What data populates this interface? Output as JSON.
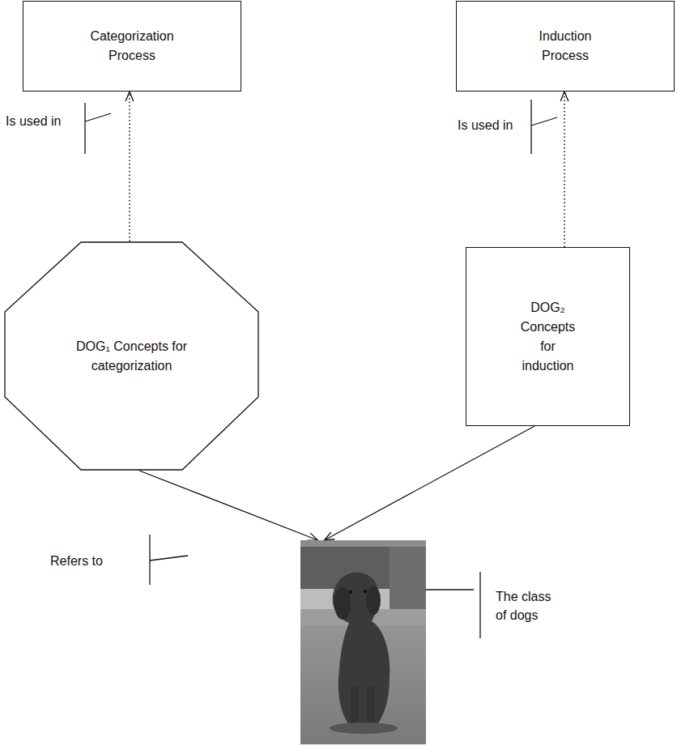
{
  "diagram": {
    "nodes": [
      {
        "text": [
          "Categorization Process"
        ]
      },
      {
        "text": [
          "Induction Process"
        ]
      },
      {
        "text": [
          "DOG₁ Concepts for categorization"
        ]
      },
      {
        "text": [
          "DOG₂ Concepts for induction"
        ]
      },
      {
        "text": [
          "The class of dogs"
        ]
      }
    ],
    "edges": [
      {
        "from": 2,
        "to": 0,
        "arrow": "to",
        "label": "Is used in"
      },
      {
        "from": 3,
        "to": 1,
        "arrow": "to",
        "label": "Is used in"
      },
      {
        "from": 2,
        "to": 4,
        "arrow": "to",
        "label": "Refers to"
      },
      {
        "from": 3,
        "to": 4,
        "arrow": "to"
      }
    ]
  }
}
